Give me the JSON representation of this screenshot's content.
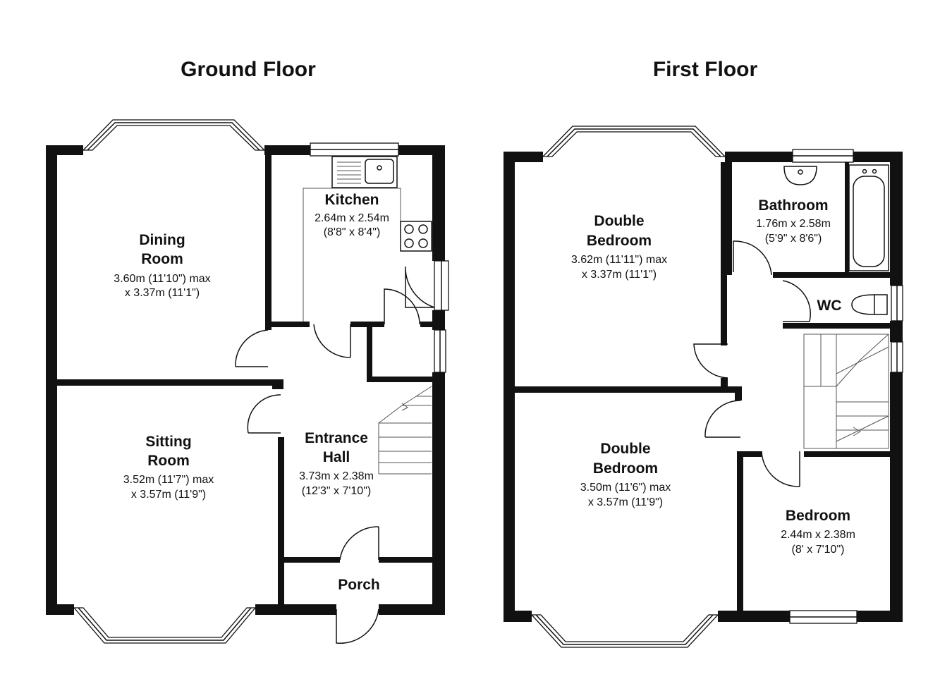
{
  "floors": [
    {
      "title": "Ground Floor",
      "rooms": [
        {
          "name_lines": [
            "Dining",
            "Room"
          ],
          "dim_lines": [
            "3.60m (11'10\") max",
            "x 3.37m (11'1\")"
          ]
        },
        {
          "name_lines": [
            "Kitchen"
          ],
          "dim_lines": [
            "2.64m x 2.54m",
            "(8'8\" x 8'4\")"
          ]
        },
        {
          "name_lines": [
            "Sitting",
            "Room"
          ],
          "dim_lines": [
            "3.52m (11'7\") max",
            "x 3.57m (11'9\")"
          ]
        },
        {
          "name_lines": [
            "Entrance",
            "Hall"
          ],
          "dim_lines": [
            "3.73m x 2.38m",
            "(12'3\" x 7'10\")"
          ]
        },
        {
          "name_lines": [
            "Porch"
          ],
          "dim_lines": []
        }
      ]
    },
    {
      "title": "First Floor",
      "rooms": [
        {
          "name_lines": [
            "Double",
            "Bedroom"
          ],
          "dim_lines": [
            "3.62m (11'11\") max",
            "x 3.37m (11'1\")"
          ]
        },
        {
          "name_lines": [
            "Bathroom"
          ],
          "dim_lines": [
            "1.76m x 2.58m",
            "(5'9\" x 8'6\")"
          ]
        },
        {
          "name_lines": [
            "WC"
          ],
          "dim_lines": []
        },
        {
          "name_lines": [
            "Double",
            "Bedroom"
          ],
          "dim_lines": [
            "3.50m (11'6\") max",
            "x 3.57m (11'9\")"
          ]
        },
        {
          "name_lines": [
            "Bedroom"
          ],
          "dim_lines": [
            "2.44m x 2.38m",
            "(8' x 7'10\")"
          ]
        }
      ]
    }
  ]
}
